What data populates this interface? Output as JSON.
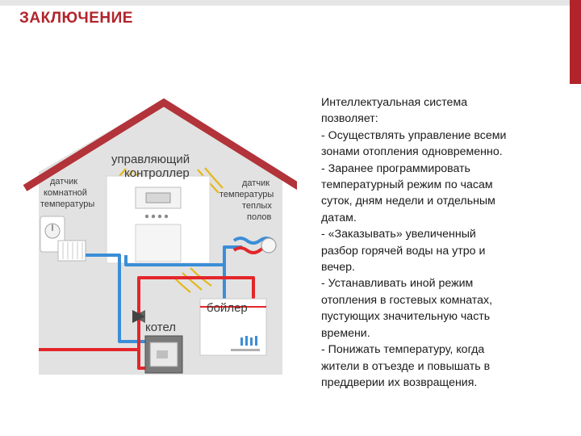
{
  "slide": {
    "title": "ЗАКЛЮЧЕНИЕ",
    "accent_color": "#b2242b"
  },
  "diagram": {
    "labels": {
      "controller_line1": "управляющий",
      "controller_line2": "контроллер",
      "room_sensor_line1": "датчик",
      "room_sensor_line2": "комнатной",
      "room_sensor_line3": "температуры",
      "floor_sensor_line1": "датчик",
      "floor_sensor_line2": "температуры",
      "floor_sensor_line3": "теплых",
      "floor_sensor_line4": "полов",
      "boiler_water": "бойлер",
      "boiler_heat": "котел"
    },
    "colors": {
      "roof": "#b23339",
      "walls": "#e2e2e2",
      "hot_pipe": "#e3262a",
      "cold_pipe": "#3b8ed6",
      "signal": "#e4b81a"
    }
  },
  "text": {
    "lines": [
      "Интеллектуальная система",
      "позволяет:",
      "- Осуществлять управление всеми",
      "зонами отопления одновременно.",
      "- Заранее программировать",
      "температурный режим по часам",
      "суток, дням недели и отдельным",
      "датам.",
      "- «Заказывать» увеличенный",
      "разбор горячей воды на утро и",
      "вечер.",
      "- Устанавливать иной режим",
      "отопления в гостевых комнатах,",
      "пустующих значительную часть",
      "времени.",
      "- Понижать температуру, когда",
      "жители в отъезде и повышать в",
      "преддверии их возвращения."
    ]
  }
}
